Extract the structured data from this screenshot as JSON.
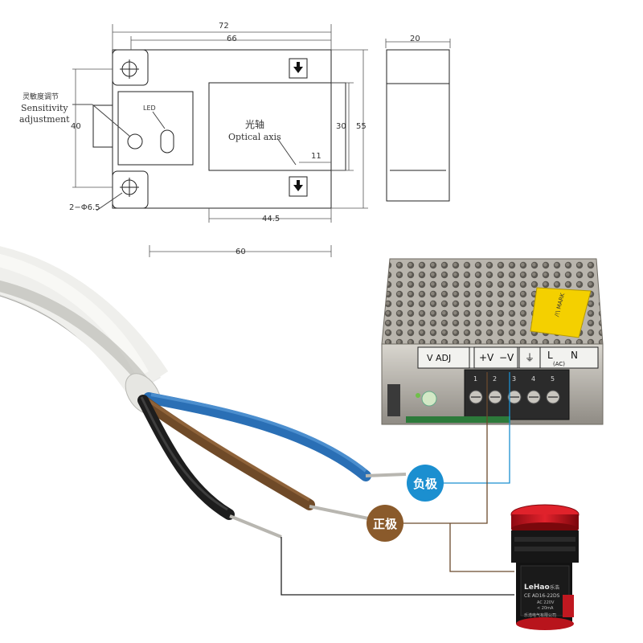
{
  "drawing": {
    "dims": {
      "overall_width": "72",
      "inner_width": "66",
      "side_width": "20",
      "height_left": "40",
      "height_inner": "30",
      "height_overall": "55",
      "axis_offset": "11",
      "bottom_width": "44.5",
      "base_width": "60"
    },
    "hole_label": "2−Φ6.5",
    "sensitivity_cn": "灵敏度调节",
    "sensitivity_en_1": "Sensitivity",
    "sensitivity_en_2": "adjustment",
    "led_label": "LED",
    "optical_axis_cn": "光轴",
    "optical_axis_en": "Optical axis"
  },
  "psu": {
    "terminal_labels": [
      "V ADJ",
      "+V",
      "−V",
      "⏚",
      "L",
      "N"
    ],
    "ac_label": "(AC)",
    "terminal_numbers": [
      "1",
      "2",
      "3",
      "4",
      "5"
    ],
    "warning_label": "/!\\ MARK"
  },
  "wiring": {
    "negative_label": "负极",
    "positive_label": "正极",
    "negative_color": "#1b8fd0",
    "positive_color": "#8a5a2b"
  },
  "indicator": {
    "brand": "LeHao",
    "brand_suffix": "乐浩",
    "model": "CE AD16-22DS",
    "rating_1": "AC 220V",
    "rating_2": "< 20mA",
    "maker": "乐浩电气有限公司"
  }
}
